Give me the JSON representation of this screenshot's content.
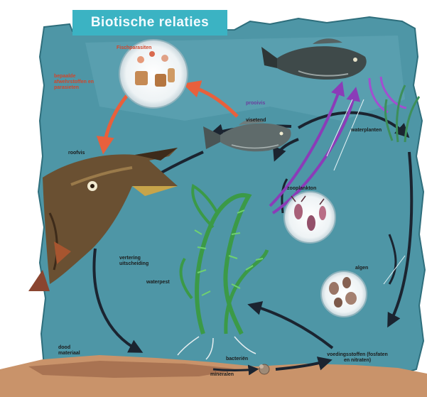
{
  "title": "Biotische relaties",
  "labels": {
    "parasites_title": "Fischparasiten",
    "parasite_note": [
      "bepaalde",
      "afwehrstoffen en",
      "parasieten"
    ],
    "roofvis": "roofvis",
    "prooivis": "prooivis",
    "visetend": "visetend",
    "waterplanten": "waterplanten",
    "zooplankton": "zooplankton",
    "algen": "algen",
    "verterking": [
      "vertering",
      "uitscheiding"
    ],
    "waterpest": "waterpest",
    "dood_materiaal": [
      "dood",
      "materiaal"
    ],
    "bacterien": "bacteriën",
    "voedingsstoffen": [
      "voedingsstoffen (fosfaten",
      "en nitraten)"
    ],
    "mineralen": "mineralen"
  },
  "colors": {
    "water": "#4e96a6",
    "water_light": "#6fb2c0",
    "banner": "#3bb3c3",
    "arrow_dark": "#1b2430",
    "arrow_red": "#e8603c",
    "arrow_purple": "#8b3cb8",
    "sediment": "#c9936a",
    "plant_green": "#4bb24f"
  }
}
